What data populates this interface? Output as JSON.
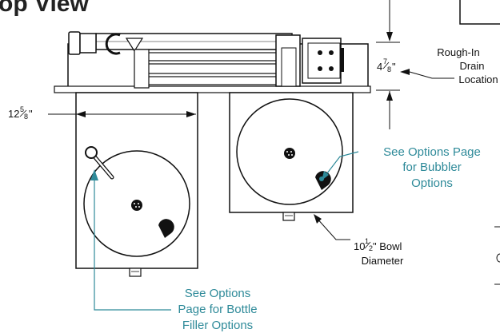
{
  "title": "op View",
  "dimensions": {
    "width_whole": "12",
    "width_frac_num": "5",
    "width_frac_den": "8",
    "width_unit": "\"",
    "drain_whole": "4",
    "drain_frac_num": "7",
    "drain_frac_den": "8",
    "drain_unit": "\"",
    "bowl_whole": "10",
    "bowl_frac_num": "1",
    "bowl_frac_den": "2",
    "bowl_text_line1": "\" Bowl",
    "bowl_text_line2": "Diameter"
  },
  "labels": {
    "rough_in_line1": "Rough-In",
    "rough_in_line2": "Drain",
    "rough_in_line3": "Location"
  },
  "notes": {
    "bubbler_line1": "See Options Page",
    "bubbler_line2": "for Bubbler",
    "bubbler_line3": "Options",
    "filler_line1": "See Options",
    "filler_line2": "Page for Bottle",
    "filler_line3": "Filler Options"
  },
  "colors": {
    "callout": "#2e8a99",
    "line": "#111111"
  }
}
